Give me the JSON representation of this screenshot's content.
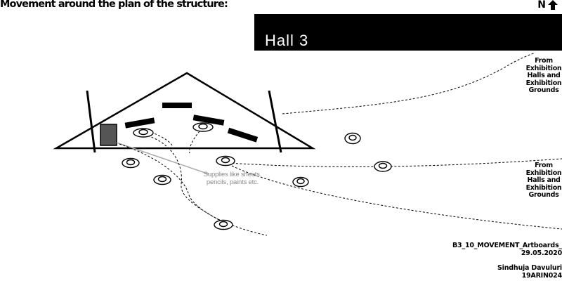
{
  "page": {
    "heading": "Movement around the plan of the structure:"
  },
  "compass": {
    "label": "N",
    "icon": "north-arrow-icon"
  },
  "hall": {
    "title": "Hall 3",
    "banner_color": "#000000"
  },
  "entrances": [
    {
      "text": "From\nExhibition\nHalls and\nExhibition\nGrounds"
    },
    {
      "text": "From\nExhibition\nHalls and\nExhibition\nGrounds"
    }
  ],
  "annotation": {
    "supplies": "Supplies like sheets, pencils, paints etc."
  },
  "footer": {
    "file_name": "B3_10_MOVEMENT_Artboards_",
    "date": "29.05.2020",
    "author": "Sindhuja Davuluri",
    "roll_number": "19ARIN024"
  },
  "icons": {
    "person": "person-top-view-icon",
    "supply_station": "supply-station-icon"
  }
}
